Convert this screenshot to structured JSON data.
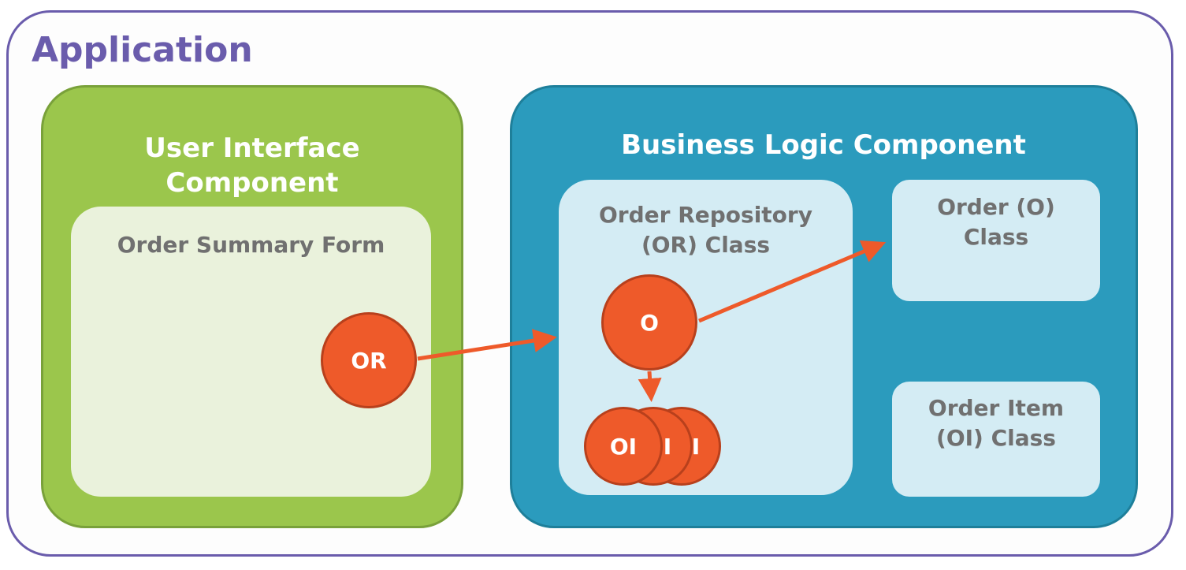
{
  "application": {
    "title": "Application"
  },
  "components": {
    "user_interface": {
      "title_line1": "User Interface",
      "title_line2": "Component",
      "form": {
        "title": "Order Summary Form",
        "object_label": "OR"
      }
    },
    "business_logic": {
      "title": "Business Logic Component",
      "order_repository_class": {
        "title_line1": "Order Repository",
        "title_line2": "(OR) Class",
        "order_object_label": "O",
        "order_item_object_labels": [
          "OI",
          "I",
          "I"
        ]
      },
      "order_class": {
        "title_line1": "Order (O)",
        "title_line2": "Class"
      },
      "order_item_class": {
        "title_line1": "Order Item",
        "title_line2": "(OI) Class"
      }
    }
  },
  "colors": {
    "application_border": "#6a5cac",
    "ui_component": "#9bc64c",
    "business_component": "#2b9bbd",
    "object": "#ee5a2a",
    "arrow": "#ee5a2a"
  }
}
